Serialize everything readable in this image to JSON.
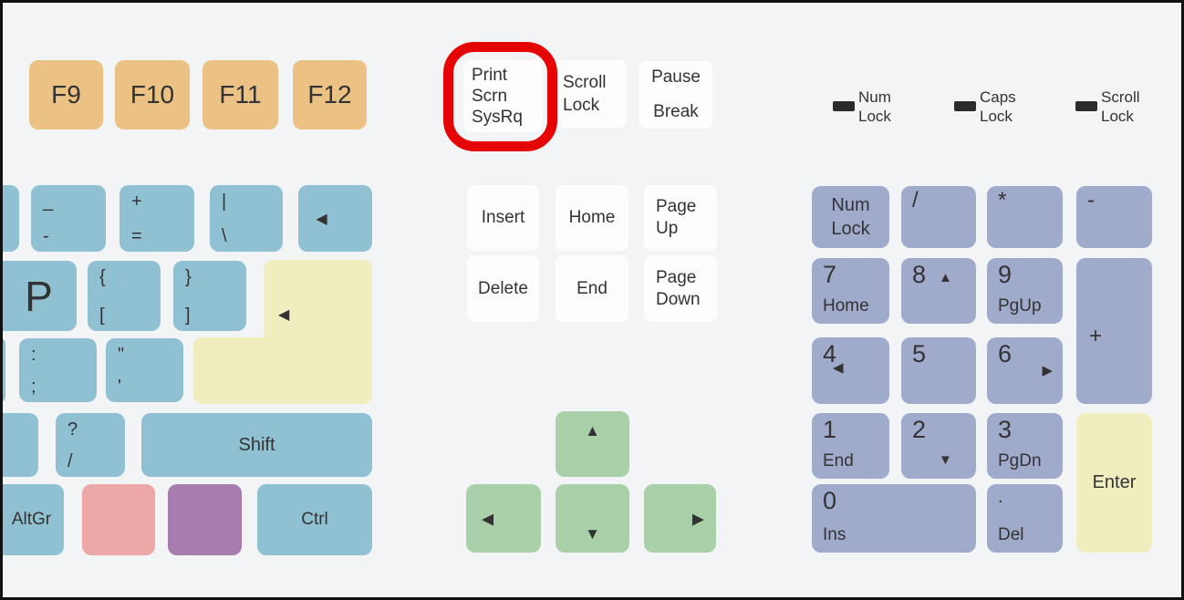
{
  "palette": {
    "background": "#f3f4f6",
    "outer_border": "#111111",
    "function_key": "#ecc284",
    "alpha_key": "#90c1d2",
    "numpad_key": "#a0aaca",
    "arrow_key": "#a9d0a9",
    "enter_key": "#f0edbe",
    "white_key": "#fdfdfd",
    "pink_key": "#eba8a6",
    "purple_key": "#a67dae",
    "highlight_ring": "#e60505",
    "led_indicator": "#2b2b2b",
    "text": "#333333"
  },
  "function_row": {
    "f9": "F9",
    "f10": "F10",
    "f11": "F11",
    "f12": "F12"
  },
  "system_row": {
    "print_screen": {
      "line1": "Print",
      "line2": "Scrn",
      "line3": "SysRq",
      "highlighted": true
    },
    "scroll_lock": {
      "line1": "Scroll",
      "line2": "Lock"
    },
    "pause_break": {
      "line1": "Pause",
      "line2": "Break"
    }
  },
  "indicators": {
    "num_lock": {
      "line1": "Num",
      "line2": "Lock"
    },
    "caps_lock": {
      "line1": "Caps",
      "line2": "Lock"
    },
    "scroll_lock": {
      "line1": "Scroll",
      "line2": "Lock"
    }
  },
  "nav_cluster": {
    "insert": "Insert",
    "home": "Home",
    "page_up": {
      "line1": "Page",
      "line2": "Up"
    },
    "delete": "Delete",
    "end": "End",
    "page_down": {
      "line1": "Page",
      "line2": "Down"
    }
  },
  "arrow_cluster": {
    "up": "▲",
    "left": "◀",
    "down": "▼",
    "right": "▶"
  },
  "numpad": {
    "num_lock": {
      "line1": "Num",
      "line2": "Lock"
    },
    "divide": "/",
    "multiply": "*",
    "subtract": "-",
    "add": "+",
    "k7": {
      "main": "7",
      "sub": "Home"
    },
    "k8": {
      "main": "8",
      "glyph": "▲"
    },
    "k9": {
      "main": "9",
      "sub": "PgUp"
    },
    "k4": {
      "main": "4",
      "glyph": "◀"
    },
    "k5": {
      "main": "5"
    },
    "k6": {
      "main": "6",
      "glyph": "▶"
    },
    "k1": {
      "main": "1",
      "sub": "End"
    },
    "k2": {
      "main": "2",
      "glyph": "▼"
    },
    "k3": {
      "main": "3",
      "sub": "PgDn"
    },
    "k0": {
      "main": "0",
      "sub": "Ins"
    },
    "kdot": {
      "main": ".",
      "sub": "Del"
    },
    "enter": "Enter"
  },
  "main_section": {
    "dash": {
      "top": "_",
      "bottom": "-"
    },
    "equals": {
      "top": "+",
      "bottom": "="
    },
    "backslash": {
      "top": "|",
      "bottom": "\\"
    },
    "backspace_glyph": "◀",
    "p": "P",
    "bracket_open": {
      "top": "{",
      "bottom": "["
    },
    "bracket_close": {
      "top": "}",
      "bottom": "]"
    },
    "enter_glyph": "◀",
    "semicolon": {
      "top": ":",
      "bottom": ";"
    },
    "quote": {
      "top": "\"",
      "bottom": "'"
    },
    "question": {
      "top": "?",
      "bottom": "/"
    },
    "shift": "Shift",
    "altgr": "AltGr",
    "ctrl": "Ctrl"
  }
}
